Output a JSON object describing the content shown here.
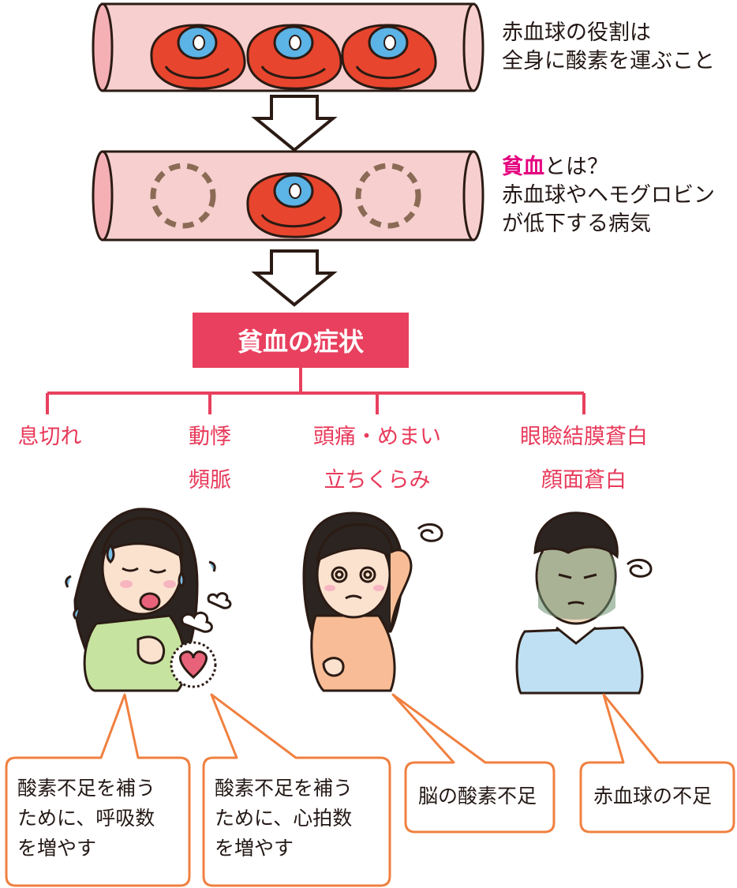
{
  "intro": {
    "role_line1": "赤血球の役割は",
    "role_line2": "全身に酸素を運ぶこと",
    "anemia_term": "貧血",
    "anemia_q": "とは？",
    "anemia_line2": "赤血球やヘモグロビン",
    "anemia_line3": "が低下する病気"
  },
  "header": {
    "label": "貧血の症状"
  },
  "symptoms": [
    {
      "line1": "息切れ",
      "line2": ""
    },
    {
      "line1": "動悸",
      "line2": "頻脈"
    },
    {
      "line1": "頭痛・めまい",
      "line2": "立ちくらみ"
    },
    {
      "line1": "眼瞼結膜蒼白",
      "line2": "顔面蒼白"
    }
  ],
  "bubbles": [
    {
      "line1": "酸素不足を補う",
      "line2": "ために、呼吸数",
      "line3": "を増やす"
    },
    {
      "line1": "酸素不足を補う",
      "line2": "ために、心拍数",
      "line3": "を増やす"
    },
    {
      "line1": "脳の酸素不足"
    },
    {
      "line1": "赤血球の不足"
    }
  ],
  "colors": {
    "vessel": "#f7cfcf",
    "rbc": "#e8452e",
    "nucleus": "#5bb3e6",
    "branch": "#e8405e",
    "accent": "#e4007f",
    "bubble_border": "#f08040"
  }
}
